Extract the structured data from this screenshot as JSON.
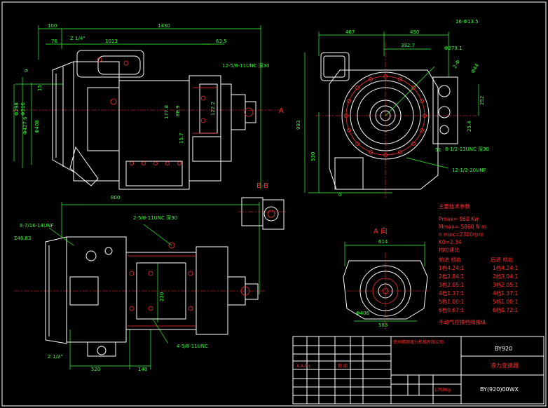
{
  "drawing": {
    "top_left": {
      "dims": [
        "100",
        "1430",
        "76",
        "1013",
        "63.5",
        "Z 1/4\"",
        "12-5/8-11UNC 深30",
        "177.8",
        "88.9",
        "122.2",
        "15.7",
        "15",
        "9",
        "Φ298",
        "Φ316",
        "Φ427.6",
        "Φ408",
        "Φ",
        "Φ"
      ],
      "section_mark": "A"
    },
    "top_right": {
      "dims": [
        "467",
        "450",
        "392.7",
        "16-Φ13.5",
        "Φ279.1",
        "2-Φ",
        "Φ44",
        "993",
        "530",
        "252",
        "25.4",
        "51",
        "8-1/2-13UNC 深30",
        "12-1/2-20UNF",
        "0"
      ]
    },
    "bottom_left": {
      "dims": [
        "800",
        "8-7/16-14UNF",
        "2-5/8-11UNC 深30",
        "Σ46.83",
        "230",
        "4-5/8-11UNC",
        "Z 1/2\"",
        "520",
        "140"
      ]
    },
    "section_bb": {
      "label": "B-B"
    },
    "view_a": {
      "label": "A 向",
      "dims": [
        "614",
        "583",
        "Φ406"
      ]
    },
    "specs": {
      "title": "主要技术参数",
      "lines": [
        "Pmax= 960 Kw",
        "Mmax= 5860 N·m",
        "n max=2300rpm",
        "K0=2.34"
      ],
      "ratio_title": "档位速比",
      "forward_header": "前进 档位",
      "reverse_header": "后退 档位",
      "forward": [
        "1档4.24:1",
        "2档2.84:1",
        "3档2.05:1",
        "4档1.37:1",
        "5档1.00:1",
        "6档0.67:1"
      ],
      "reverse": [
        "1档4.24:1",
        "2档3.04:1",
        "3档2.05:1",
        "4档1.37:1",
        "5档1.00:1",
        "6档0.72:1"
      ],
      "note": "手动气控换档阀操纵"
    },
    "title_block": {
      "company": "徐州精丽液力机械有限公司",
      "model": "BY920",
      "name": "液力变速器",
      "drawing_no": "BY(920)00WX",
      "weight": "1750Kg"
    }
  }
}
